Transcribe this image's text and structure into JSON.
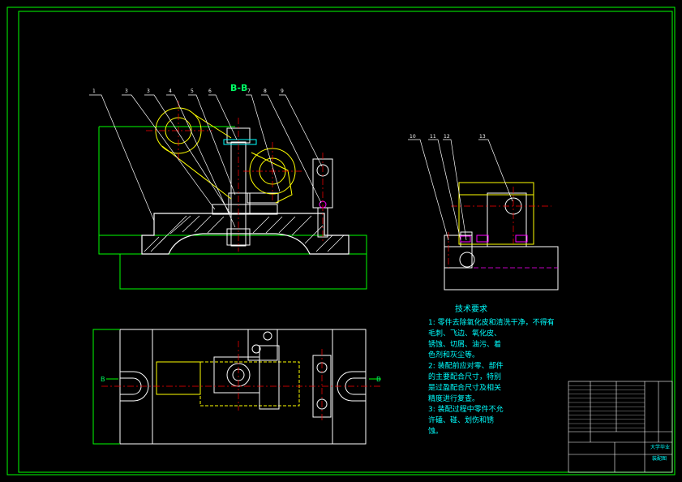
{
  "section_label": "B-B",
  "part_numbers_left": [
    "1",
    "3",
    "3",
    "4",
    "5",
    "6",
    "7",
    "8",
    "9"
  ],
  "part_numbers_right": [
    "10",
    "11",
    "12",
    "13"
  ],
  "notes": {
    "heading": "技术要求",
    "lines": [
      "1: 零件去除氧化皮和清洗干净，不得有",
      "毛刺、飞边、氧化皮、",
      "锈蚀、切屑、油污、着",
      "色剂和灰尘等。",
      "2: 装配前应对零、部件",
      "的主要配合尺寸，特别",
      "是过盈配合尺寸及相关",
      "精度进行复查。",
      "3: 装配过程中零件不允",
      "许磕、碰、划伤和锈",
      "蚀。"
    ]
  },
  "arrow_labels": {
    "left": "B",
    "right": "B"
  },
  "title_block": {
    "school": "大学毕业",
    "drawing_name": "装配图"
  },
  "colors": {
    "frame": "#00ff00",
    "outline": "#ffffff",
    "center": "#ff0000",
    "hidden": "#ffff00",
    "leader": "#ffffff",
    "magenta": "#ff00ff",
    "notes_text": "#00ffff",
    "label_green": "#00ff66"
  }
}
